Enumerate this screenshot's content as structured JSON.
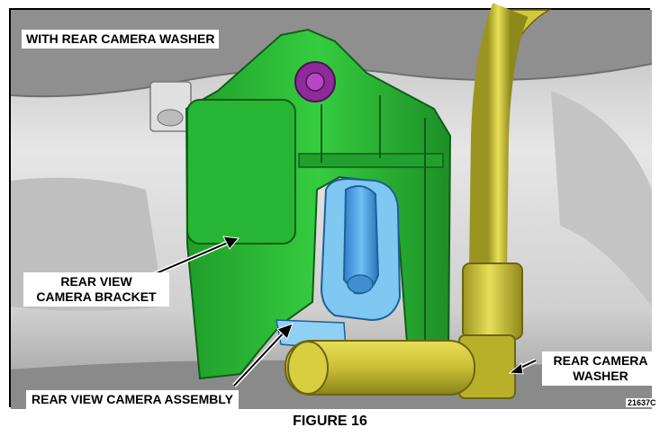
{
  "figure": {
    "header": "WITH REAR CAMERA WASHER",
    "callouts": {
      "bracket_line1": "REAR VIEW",
      "bracket_line2": "CAMERA BRACKET",
      "assembly": "REAR VIEW CAMERA ASSEMBLY",
      "washer_line1": "REAR CAMERA",
      "washer_line2": "WASHER"
    },
    "code": "21637C",
    "caption": "FIGURE 16"
  },
  "colors": {
    "bracket": "#2fc43a",
    "camera": "#4fa8e8",
    "washer_hose": "#d4c93a",
    "fastener": "#8e2a9a",
    "background": "#d9d9d9"
  }
}
